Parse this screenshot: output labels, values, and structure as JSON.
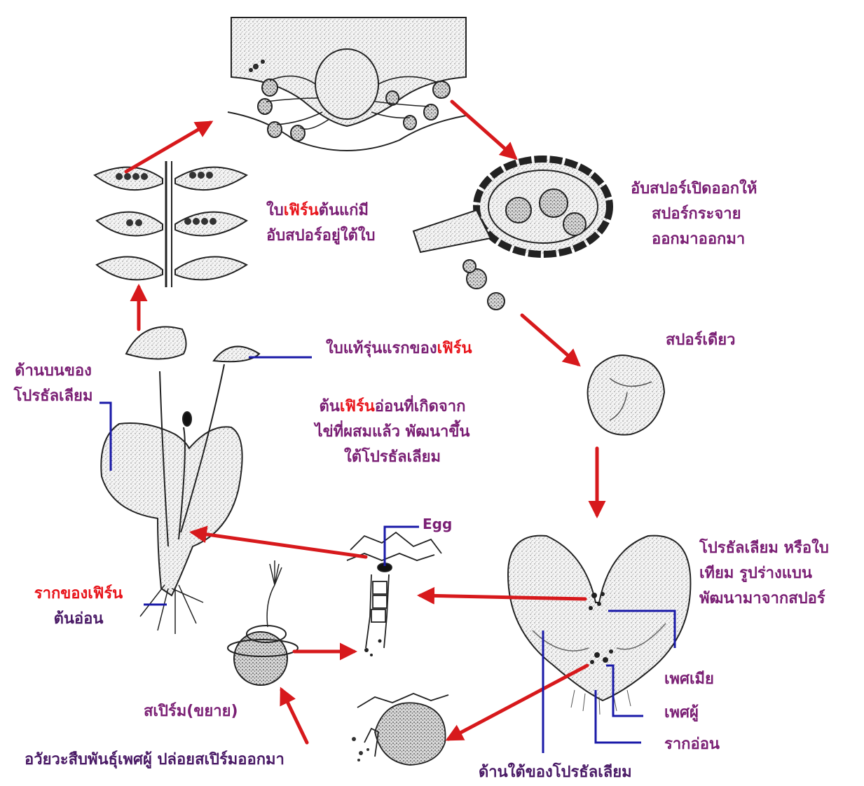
{
  "colors": {
    "label": "#7a1f74",
    "highlight": "#e8141b",
    "arrow": "#d7191c",
    "leader": "#1a1aa8",
    "drawing": "#222222",
    "stipple": "#8a8a8a"
  },
  "labels": {
    "mature_frond": {
      "l1_a": "ใบ",
      "l1_b": "เฟิร์น",
      "l1_c": "ต้นแก่มี",
      "l2": "อับสปอร์อยู่ใต้ใบ"
    },
    "sporangium_open": {
      "l1": "อับสปอร์เปิดออกให้",
      "l2": "สปอร์กระจาย",
      "l3": "ออกมาออกมา"
    },
    "single_spore": "สปอร์เดียว",
    "first_true_leaf": {
      "a": "ใบแท้รุ่นแรกของ",
      "b": "เฟิร์น"
    },
    "prothallus_top": {
      "l1": "ด้านบนของ",
      "l2": "โปรธัลเลียม"
    },
    "young_sporophyte": {
      "l1_a": "ต้น",
      "l1_b": "เฟิร์น",
      "l1_c": "อ่อนที่เกิดจาก",
      "l2": "ไข่ที่ผสมแล้ว พัฒนาขึ้น",
      "l3": "ใต้โปรธัลเลียม"
    },
    "egg": "Egg",
    "young_root": {
      "l1_a": "รากของ",
      "l1_b": "เฟิร์น",
      "l2": "ต้นอ่อน"
    },
    "prothallus_desc": {
      "l1": "โปรธัลเลียม หรือใบ",
      "l2": "เทียม รูปร่างแบน",
      "l3": "พัฒนามาจากสปอร์"
    },
    "female_organ": "เพศเมีย",
    "male_organ": "เพศผู้",
    "rhizoid": "รากอ่อน",
    "sperm": "สเปิร์ม(ขยาย)",
    "antheridium_release": "อวัยวะสืบพันธุ์เพศผู้ ปล่อยสเปิร์มออกมา",
    "prothallus_underside": "ด้านใต้ของโปรธัลเลียม"
  }
}
